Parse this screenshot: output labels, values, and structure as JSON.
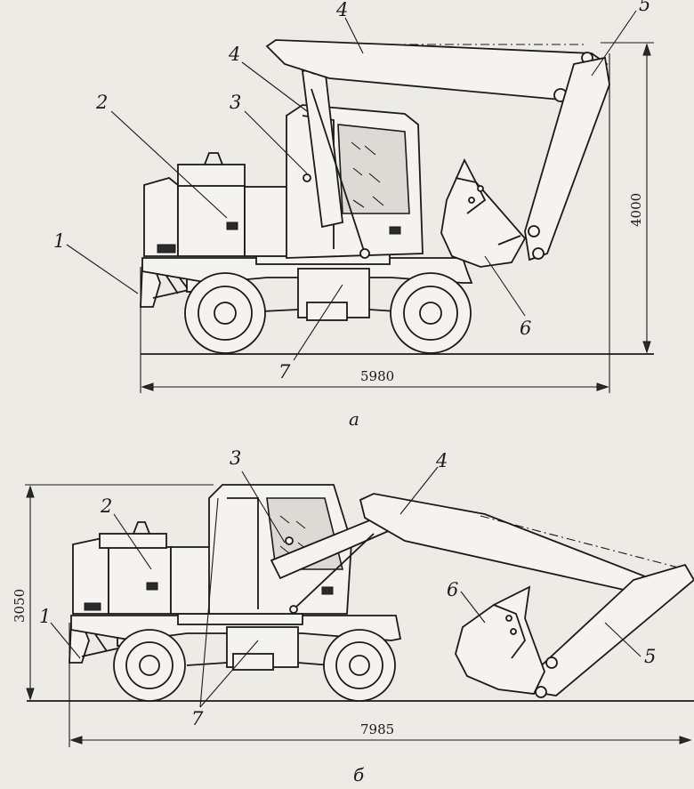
{
  "view_a": {
    "caption": "а",
    "dimensions": {
      "length": "5980",
      "height": "4000"
    },
    "callouts": [
      "1",
      "2",
      "3",
      "4",
      "4",
      "5",
      "6",
      "7"
    ]
  },
  "view_b": {
    "caption": "б",
    "dimensions": {
      "length": "7985",
      "height": "3050"
    },
    "callouts": [
      "1",
      "2",
      "3",
      "4",
      "5",
      "6",
      "7"
    ]
  },
  "colors": {
    "ink": "#1a1a1a",
    "paper": "#ecebe6"
  }
}
